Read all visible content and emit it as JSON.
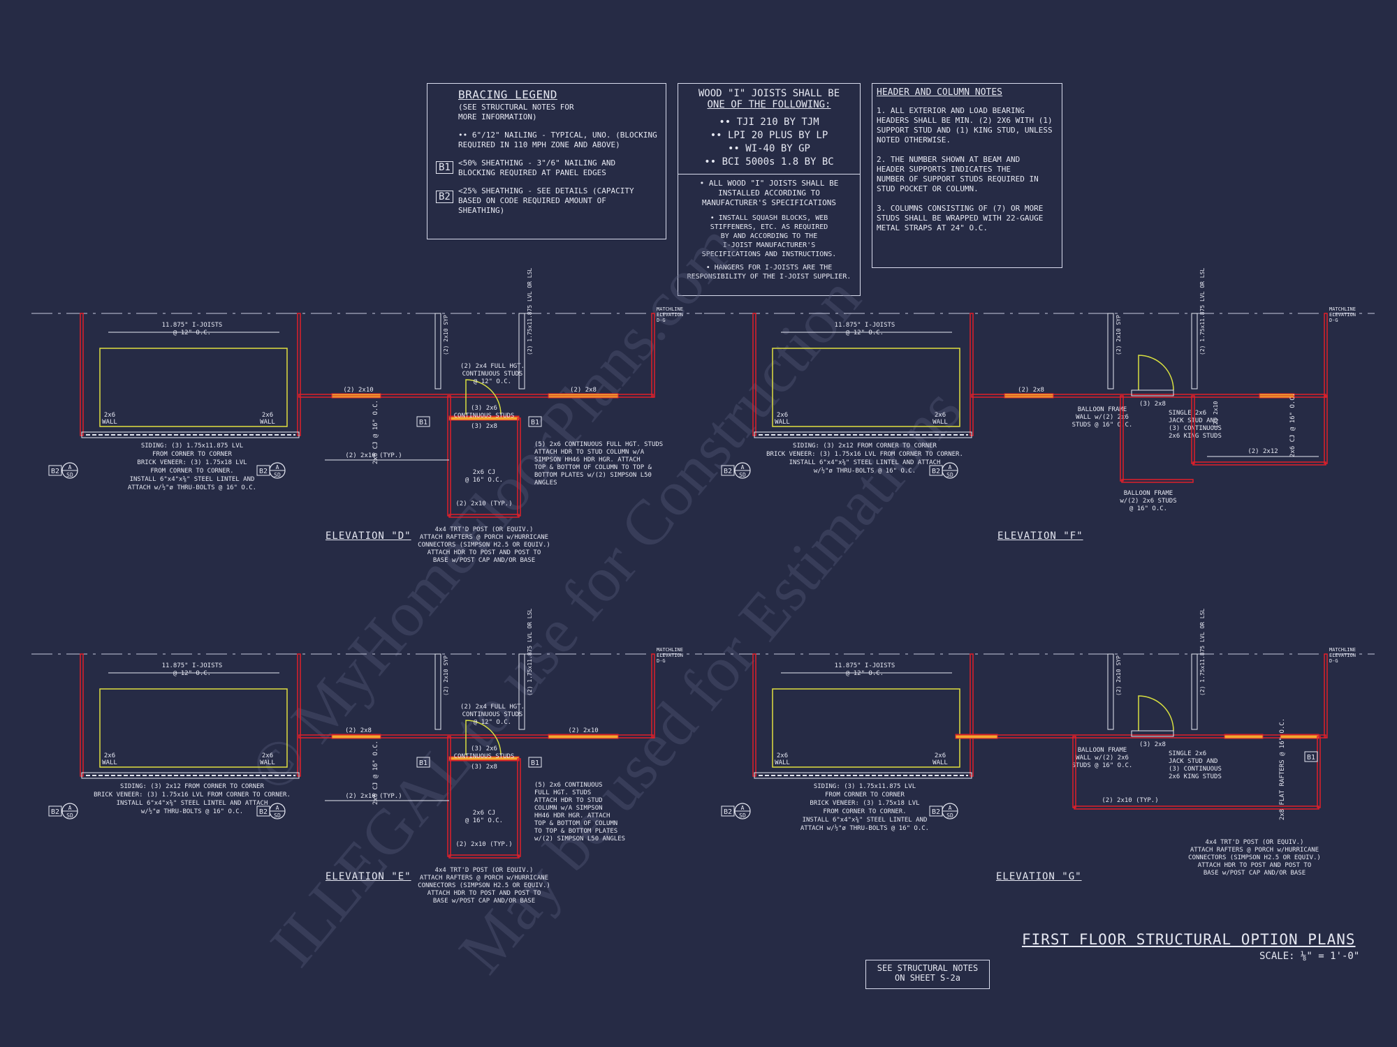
{
  "bracing_legend": {
    "title": "BRACING LEGEND",
    "subtitle_1": "(SEE STRUCTURAL NOTES FOR",
    "subtitle_2": "MORE INFORMATION)",
    "line_1": "•• 6\"/12\" NAILING - TYPICAL, UNO. (BLOCKING",
    "line_2": "REQUIRED IN 110 MPH ZONE AND ABOVE)",
    "b1_tag": "B1",
    "b1_line_1": "<50% SHEATHING - 3\"/6\" NAILING AND",
    "b1_line_2": "BLOCKING REQUIRED AT PANEL EDGES",
    "b2_tag": "B2",
    "b2_line_1": "<25% SHEATHING - SEE DETAILS (CAPACITY",
    "b2_line_2": "BASED ON CODE REQUIRED AMOUNT OF",
    "b2_line_3": "SHEATHING)"
  },
  "joist_notes": {
    "title_1": "WOOD \"I\" JOISTS SHALL BE",
    "title_2": "ONE OF THE FOLLOWING:",
    "options": [
      "•• TJI 210 BY TJM",
      "•• LPI 20 PLUS BY LP",
      "•• WI-40 BY GP",
      "•• BCI 5000s 1.8 BY BC"
    ],
    "n1": "• ALL WOOD \"I\" JOISTS SHALL BE",
    "n2": "INSTALLED ACCORDING TO",
    "n3": "MANUFACTURER'S SPECIFICATIONS",
    "n4": "• INSTALL SQUASH BLOCKS, WEB",
    "n5": "STIFFENERS, ETC. AS REQUIRED",
    "n6": "BY AND ACCORDING TO THE",
    "n7": "I-JOIST MANUFACTURER'S",
    "n8": "SPECIFICATIONS AND INSTRUCTIONS.",
    "n9": "• HANGERS FOR I-JOISTS ARE THE",
    "n10": "RESPONSIBILITY OF THE I-JOIST SUPPLIER."
  },
  "header_notes": {
    "title": "HEADER AND COLUMN NOTES",
    "lines": [
      "1. ALL EXTERIOR AND LOAD BEARING",
      "HEADERS SHALL BE MIN. (2) 2x6 WITH (1)",
      "SUPPORT STUD AND (1) KING STUD, UNLESS",
      "NOTED OTHERWISE.",
      "",
      "2. THE NUMBER SHOWN AT BEAM AND",
      "HEADER SUPPORTS INDICATES THE",
      "NUMBER OF SUPPORT STUDS REQUIRED IN",
      "STUD POCKET OR COLUMN.",
      "",
      "3. COLUMNS CONSISTING OF (7) OR MORE",
      "STUDS SHALL BE WRAPPED WITH 22-GAUGE",
      "METAL STRAPS AT 24\" O.C."
    ]
  },
  "common": {
    "joist_1": "11.875\" I-JOISTS",
    "joist_2": "@ 12\" O.C.",
    "wall_1": "2x6",
    "wall_2": "WALL",
    "matchline_1": "MATCHLINE",
    "matchline_2": "ELEVATION",
    "matchline_3": "D-G",
    "sd": "SD",
    "a": "A",
    "b1": "B1",
    "b2": "B2"
  },
  "plans": {
    "d": {
      "label": "ELEVATION \"D\"",
      "siding": [
        "SIDING: (3) 1.75x11.875 LVL",
        "FROM CORNER TO CORNER",
        "BRICK VENEER: (3) 1.75x18 LVL",
        "FROM CORNER TO CORNER.",
        "INSTALL 6\"x4\"x⅜\" STEEL LINTEL AND",
        "ATTACH w/½\"ø THRU-BOLTS @ 16\" O.C."
      ],
      "hdr_a": "(2) 2x10",
      "hdr_b": "(2) 2x8",
      "cj": "2x6 CJ @ 16\" O.C.",
      "typ": "(2) 2x10 (TYP.)",
      "typ2": "(2) 2x10 (TYP.)",
      "full_hgt": [
        "(2) 2x4 FULL HGT.",
        "CONTINUOUS STUDS",
        "@ 12\" O.C."
      ],
      "cont": [
        "(3) 2x6",
        "CONTINUOUS STUDS"
      ],
      "small": "(3) 2x8",
      "cj2": [
        "2x6 CJ",
        "@ 16\" O.C."
      ],
      "studs_note": [
        "(5) 2x6 CONTINUOUS FULL HGT. STUDS",
        "ATTACH HDR TO STUD COLUMN w/A",
        "SIMPSON HH46 HDR HGR. ATTACH",
        "TOP & BOTTOM OF COLUMN TO TOP &",
        "BOTTOM PLATES w/(2) SIMPSON L50",
        "ANGLES"
      ],
      "post_note": [
        "4x4 TRT'D POST (OR EQUIV.)",
        "ATTACH RAFTERS @ PORCH w/HURRICANE",
        "CONNECTORS (SIMPSON H2.5 OR EQUIV.)",
        "ATTACH HDR TO POST AND POST TO",
        "BASE w/POST CAP AND/OR BASE"
      ],
      "vert_1": "(2) 2x10 SYP",
      "vert_2": "(2) 1.75x11.875 LVL OR LSL"
    },
    "f": {
      "label": "ELEVATION \"F\"",
      "siding": [
        "SIDING: (3) 2x12 FROM CORNER TO CORNER",
        "BRICK VENEER: (3) 1.75x16 LVL FROM CORNER TO CORNER.",
        "INSTALL 6\"x4\"x⅜\" STEEL LINTEL AND ATTACH",
        "w/½\"ø THRU-BOLTS @ 16\" O.C."
      ],
      "hdr_a": "(2) 2x8",
      "balloon_a": [
        "BALLOON FRAME",
        "WALL w/(2) 2x6",
        "STUDS @ 16\" O.C."
      ],
      "single": [
        "SINGLE 2x6",
        "JACK STUD AND",
        "(3) CONTINUOUS",
        "2x6 KING STUDS"
      ],
      "small": "(3) 2x8",
      "cj": "2x6 CJ @ 16\" O.C.",
      "hdr_b": "(2) 2x12",
      "balloon_b": [
        "BALLOON FRAME",
        "w/(2) 2x6 STUDS",
        "@ 16\" O.C."
      ],
      "vert_1": "(2) 2x10 SYP",
      "vert_2": "(2) 1.75x11.875 LVL OR LSL",
      "vert_3": "(2) 2x10"
    },
    "e": {
      "label": "ELEVATION \"E\"",
      "siding": [
        "SIDING: (3) 2x12 FROM CORNER TO CORNER",
        "BRICK VENEER: (3) 1.75x16 LVL FROM CORNER TO CORNER.",
        "INSTALL 6\"x4\"x⅜\" STEEL LINTEL AND ATTACH",
        "w/½\"ø THRU-BOLTS @ 16\" O.C."
      ],
      "hdr_a": "(2) 2x8",
      "hdr_b": "(2) 2x10",
      "cj": "2x6 CJ @ 16\" O.C.",
      "typ": "(2) 2x10 (TYP.)",
      "typ2": "(2) 2x10 (TYP.)",
      "full_hgt": [
        "(2) 2x4 FULL HGT.",
        "CONTINUOUS STUDS",
        "@ 12\" O.C."
      ],
      "cont": [
        "(3) 2x6",
        "CONTINUOUS STUDS"
      ],
      "small": "(3) 2x8",
      "cj2": [
        "2x6 CJ",
        "@ 16\" O.C."
      ],
      "studs_note": [
        "(5) 2x6 CONTINUOUS",
        "FULL HGT. STUDS",
        "ATTACH HDR TO STUD",
        "COLUMN w/A SIMPSON",
        "HH46 HDR HGR. ATTACH",
        "TOP & BOTTOM OF COLUMN",
        "TO TOP & BOTTOM PLATES",
        "w/(2) SIMPSON L50 ANGLES"
      ],
      "post_note": [
        "4x4 TRT'D POST (OR EQUIV.)",
        "ATTACH RAFTERS @ PORCH w/HURRICANE",
        "CONNECTORS (SIMPSON H2.5 OR EQUIV.)",
        "ATTACH HDR TO POST AND POST TO",
        "BASE w/POST CAP AND/OR BASE"
      ],
      "vert_1": "(2) 2x10 SYP",
      "vert_2": "(2) 1.75x11.875 LVL OR LSL"
    },
    "g": {
      "label": "ELEVATION \"G\"",
      "siding": [
        "SIDING: (3) 1.75x11.875 LVL",
        "FROM CORNER TO CORNER",
        "BRICK VENEER: (3) 1.75x18 LVL",
        "FROM CORNER TO CORNER.",
        "INSTALL 6\"x4\"x⅜\" STEEL LINTEL AND",
        "ATTACH w/½\"ø THRU-BOLTS @ 16\" O.C."
      ],
      "balloon_a": [
        "BALLOON FRAME",
        "WALL w/(2) 2x6",
        "STUDS @ 16\" O.C."
      ],
      "single": [
        "SINGLE 2x6",
        "JACK STUD AND",
        "(3) CONTINUOUS",
        "2x6 KING STUDS"
      ],
      "small": "(3) 2x8",
      "flat": "2x8 FLAT RAFTERS @ 16\" O.C.",
      "typ": "(2) 2x10 (TYP.)",
      "post_note": [
        "4x4 TRT'D POST (OR EQUIV.)",
        "ATTACH RAFTERS @ PORCH w/HURRICANE",
        "CONNECTORS (SIMPSON H2.5 OR EQUIV.)",
        "ATTACH HDR TO POST AND POST TO",
        "BASE w/POST CAP AND/OR BASE"
      ],
      "vert_1": "(2) 2x10 SYP",
      "vert_2": "(2) 1.75x11.875 LVL OR LSL"
    }
  },
  "sheet_title": "FIRST FLOOR STRUCTURAL OPTION PLANS",
  "scale": "SCALE: ⅛\" = 1'-0\"",
  "ref_box_1": "SEE STRUCTURAL NOTES",
  "ref_box_2": "ON SHEET S-2a",
  "watermark_1": "© MyHomeFloorPlans.com",
  "watermark_2": "ILLEGAL to use for Construction",
  "watermark_3": "May be used for Estimations",
  "colors": {
    "background": "#262b45",
    "line": "#e6e8f2",
    "wall": "#e0202a",
    "beam": "#f0a830",
    "joist_box": "#e0e040",
    "door": "#d8e040"
  }
}
